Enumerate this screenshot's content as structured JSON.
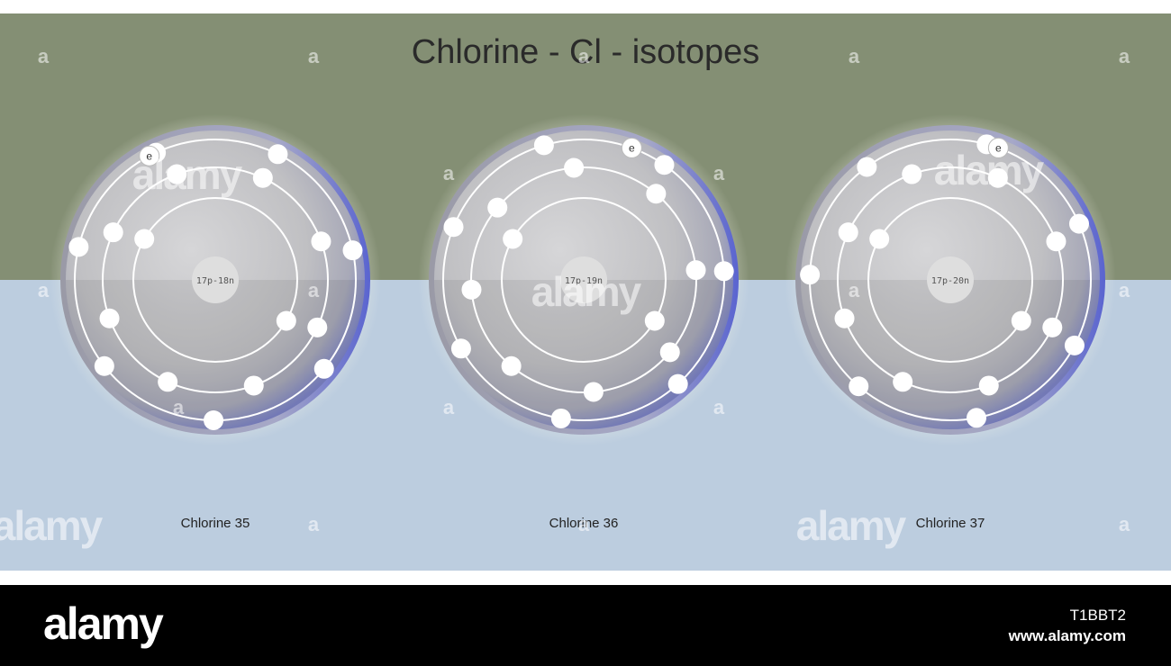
{
  "title": "Chlorine - Cl - isotopes",
  "colors": {
    "top_band": "#848f74",
    "bottom_band": "#bccddf",
    "footer": "#000000",
    "atom_fill": "#c4c4c4",
    "atom_rim": "#6a73c8",
    "electron": "#ffffff"
  },
  "electron_label": "e",
  "atoms": [
    {
      "nucleus_label": "17p-18n",
      "caption": "Chlorine 35",
      "shells": [
        {
          "electrons": 2,
          "rotation_deg": 30
        },
        {
          "electrons": 8,
          "rotation_deg": -65
        },
        {
          "electrons": 7,
          "rotation_deg": -115
        }
      ]
    },
    {
      "nucleus_label": "17p-19n",
      "caption": "Chlorine 36",
      "shells": [
        {
          "electrons": 2,
          "rotation_deg": 30
        },
        {
          "electrons": 8,
          "rotation_deg": -95
        },
        {
          "electrons": 7,
          "rotation_deg": -55
        }
      ]
    },
    {
      "nucleus_label": "17p-20n",
      "caption": "Chlorine 37",
      "shells": [
        {
          "electrons": 2,
          "rotation_deg": 30
        },
        {
          "electrons": 8,
          "rotation_deg": -65
        },
        {
          "electrons": 7,
          "rotation_deg": -75
        }
      ]
    }
  ],
  "watermark": {
    "letter": "a",
    "word": "alamy"
  },
  "footer": {
    "logo": "alamy",
    "image_id": "T1BBT2",
    "url": "www.alamy.com"
  }
}
